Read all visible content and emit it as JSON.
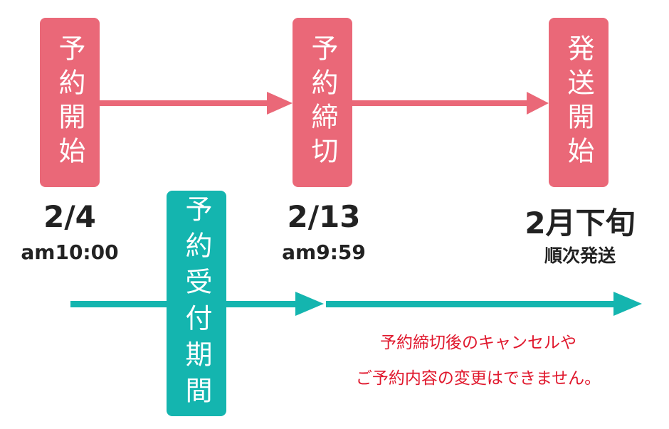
{
  "colors": {
    "pink": "#ea6878",
    "teal": "#14b5af",
    "note": "#e0182d"
  },
  "steps": [
    {
      "label": "予約開始",
      "date": "2/4",
      "time": "am10:00"
    },
    {
      "label": "予約締切",
      "date": "2/13",
      "time": "am9:59"
    },
    {
      "label": "発送開始",
      "date": "2月下旬",
      "time": "順次発送"
    }
  ],
  "period": {
    "label": "予約受付期間"
  },
  "notes": [
    "予約締切後のキャンセルや",
    "ご予約内容の変更はできません。"
  ]
}
